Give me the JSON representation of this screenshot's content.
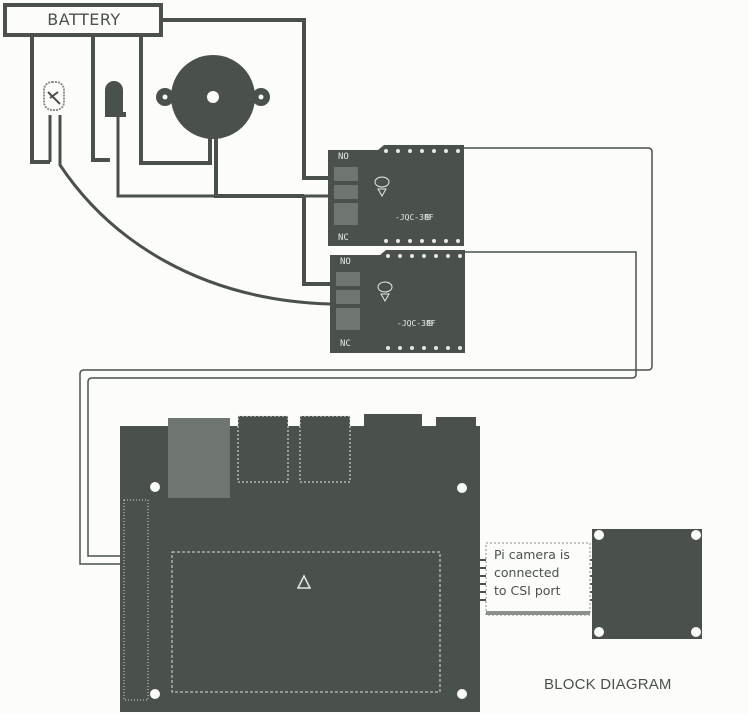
{
  "diagram": {
    "title": "BLOCK DIAGRAM",
    "components": {
      "battery": {
        "label": "BATTERY"
      },
      "relay_1": {
        "no_label": "NO",
        "nc_label": "NC"
      },
      "relay_2": {
        "no_label": "NO",
        "nc_label": "NC"
      },
      "buzzer": {
        "name": "Buzzer"
      },
      "ldr": {
        "name": "Photoresistor"
      },
      "led": {
        "name": "LED"
      },
      "board": {
        "name": "Single-board computer"
      },
      "camera": {
        "name": "Pi camera"
      }
    },
    "callout": {
      "lines": [
        "Pi camera is",
        "connected",
        "to CSI port"
      ]
    },
    "colors": {
      "ink": "#4a514d",
      "background": "#fcfcfa"
    }
  }
}
